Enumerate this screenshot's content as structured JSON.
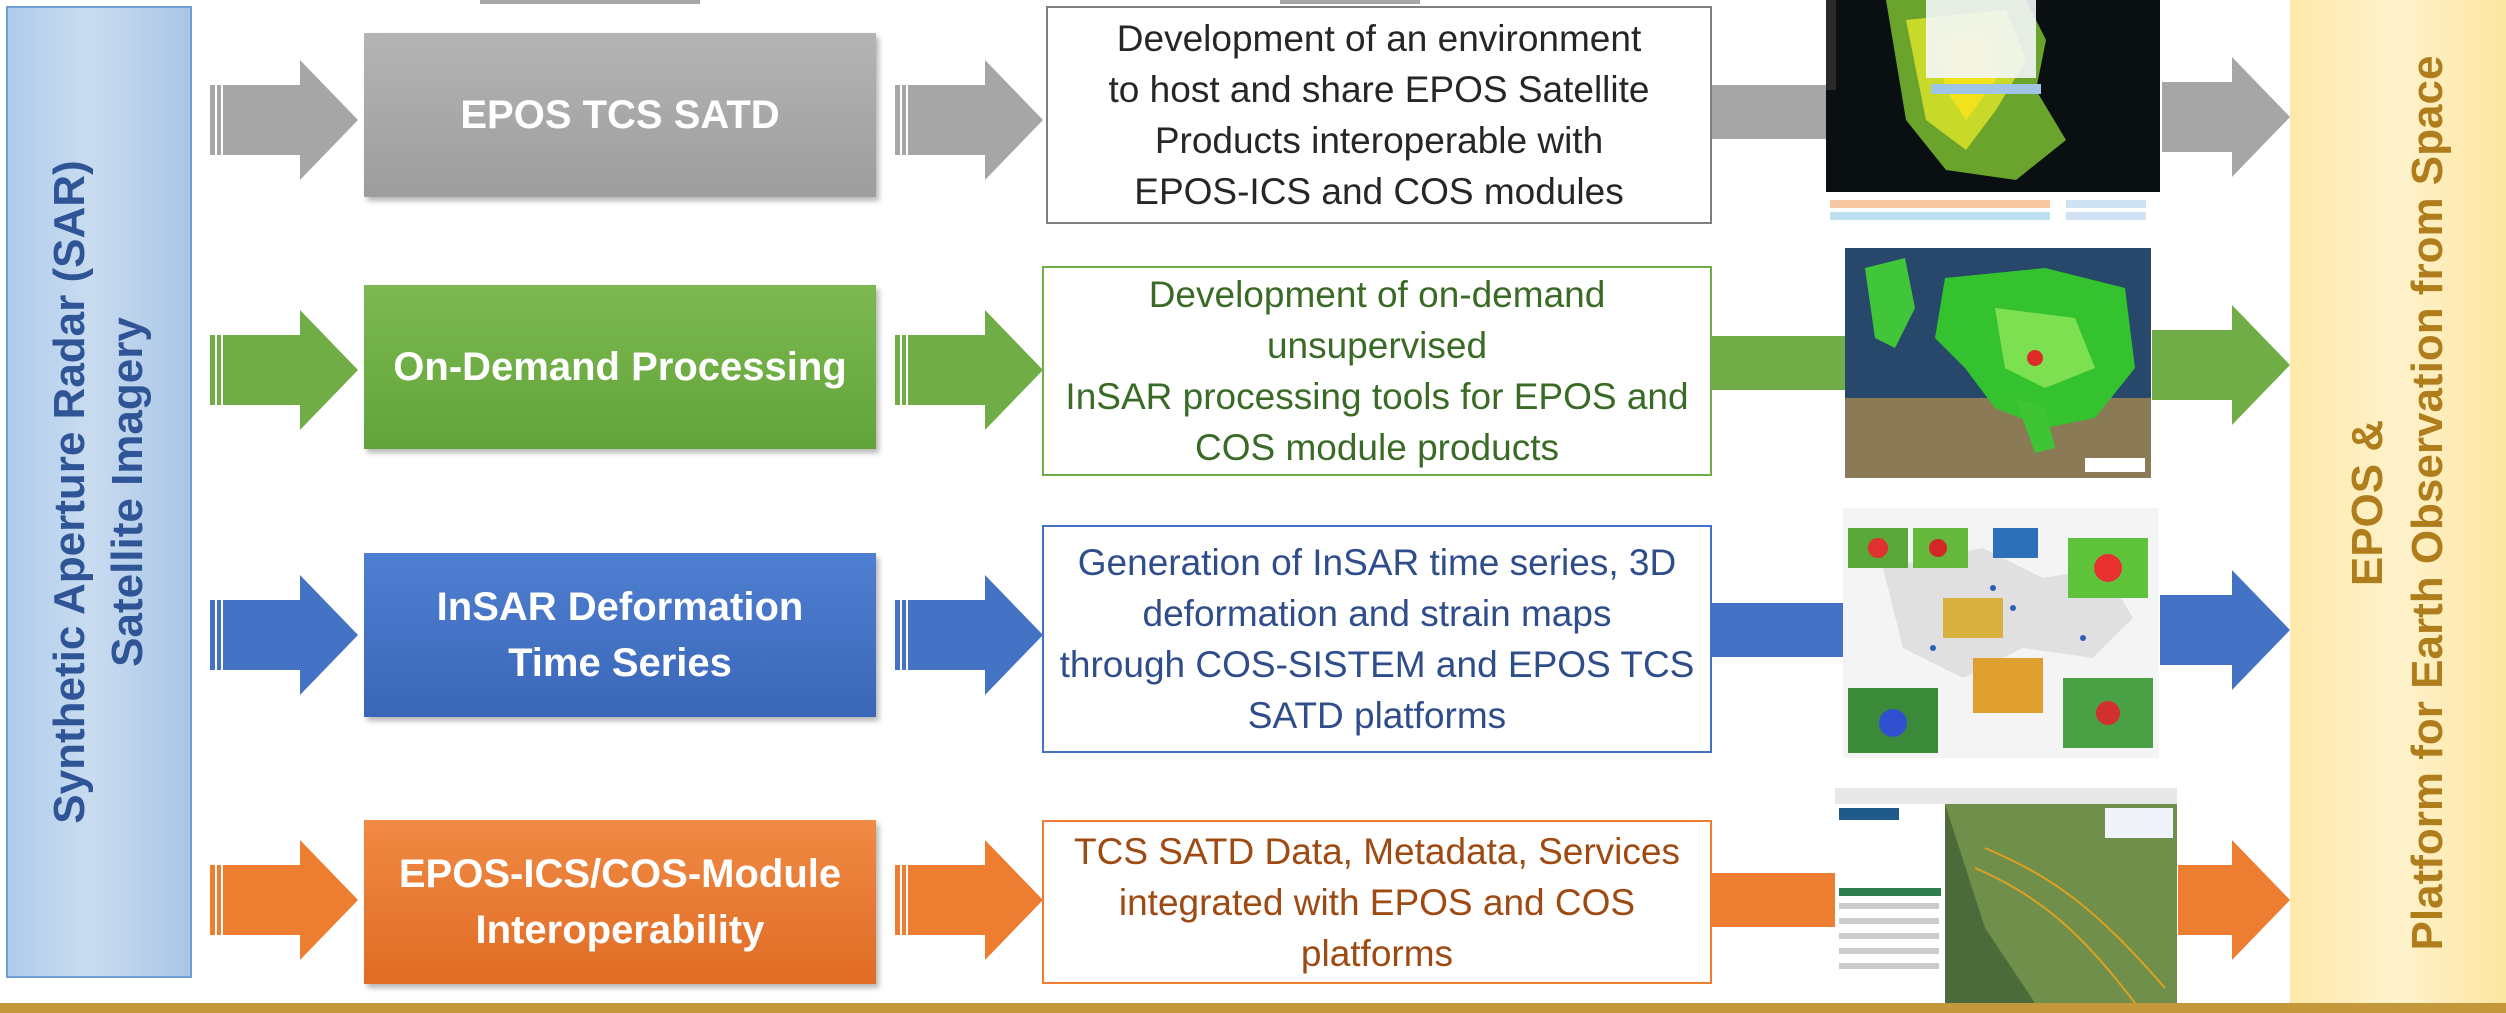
{
  "left_band": {
    "line1": "Synthetic Aperture Radar (SAR)",
    "line2": "Satellite Imagery"
  },
  "right_band": {
    "line1": "EPOS &",
    "line2": "Platform for Earth Observation from Space"
  },
  "colors": {
    "gray": "#a6a6a6",
    "green": "#70ad47",
    "blue": "#4472c4",
    "orange": "#ed7d31",
    "left_band_text": "#2f5597",
    "right_band_text": "#b07d1c",
    "bottom_bar": "#c5973b"
  },
  "rows": [
    {
      "id": "satd",
      "color": "gray",
      "box": [
        "EPOS TCS SATD"
      ],
      "desc": [
        "Development of an environment",
        "to host and share EPOS Satellite",
        "Products interoperable with",
        "EPOS-ICS and COS modules"
      ],
      "desc_color": "#262626",
      "border_color": "#7f7f7f",
      "image": "epos-portal-map-screenshot"
    },
    {
      "id": "ondemand",
      "color": "green",
      "box": [
        "On-Demand Processing"
      ],
      "desc": [
        "Development of on-demand",
        "unsupervised",
        "InSAR processing tools for EPOS and",
        "COS module products"
      ],
      "desc_color": "#3a6b26",
      "border_color": "#70ad47",
      "image": "europe-insar-map"
    },
    {
      "id": "insar",
      "color": "blue",
      "box": [
        "InSAR Deformation",
        "Time Series"
      ],
      "desc": [
        "Generation of InSAR time series, 3D",
        "deformation and strain maps",
        "through COS-SISTEM and EPOS TCS",
        "SATD platforms"
      ],
      "desc_color": "#2f4d8a",
      "border_color": "#4472c4",
      "image": "global-earthquake-deformation-maps"
    },
    {
      "id": "interop",
      "color": "orange",
      "box": [
        "EPOS-ICS/COS-Module",
        "Interoperability"
      ],
      "desc": [
        "TCS SATD Data, Metadata, Services",
        "integrated with EPOS and COS",
        "platforms"
      ],
      "desc_color": "#9e4a12",
      "border_color": "#ed7d31",
      "image": "epos-ics-portal-screenshot"
    }
  ]
}
